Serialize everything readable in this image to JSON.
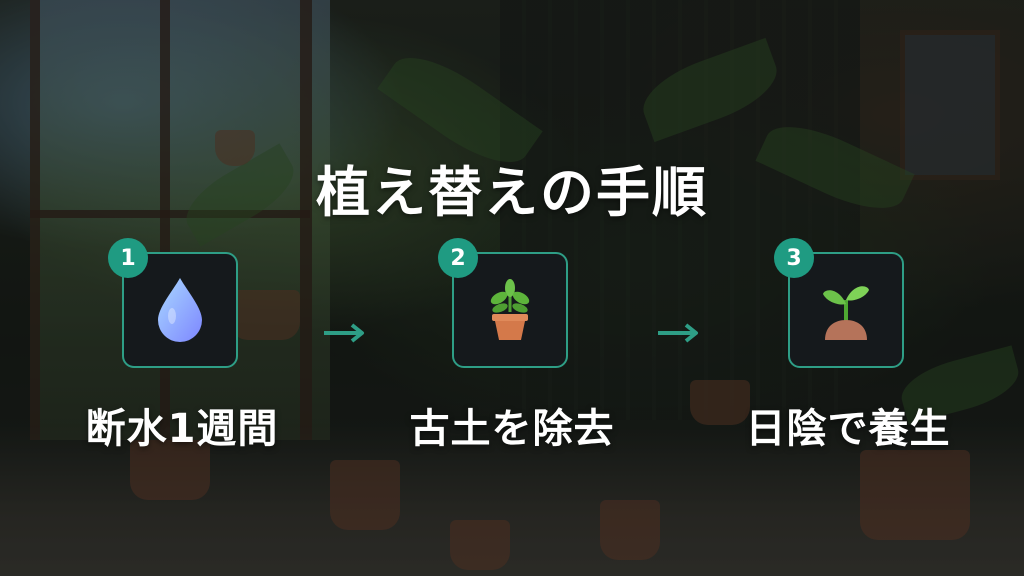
{
  "title": "植え替えの手順",
  "steps": [
    {
      "number": "1",
      "icon": "water-drop-icon",
      "label": "断水1週間"
    },
    {
      "number": "2",
      "icon": "potted-plant-icon",
      "label": "古土を除去"
    },
    {
      "number": "3",
      "icon": "seedling-icon",
      "label": "日陰で養生"
    }
  ],
  "colors": {
    "accent": "#2e9e86",
    "badge": "#1f9b82",
    "card_bg": "#15191c",
    "text": "#ffffff"
  }
}
